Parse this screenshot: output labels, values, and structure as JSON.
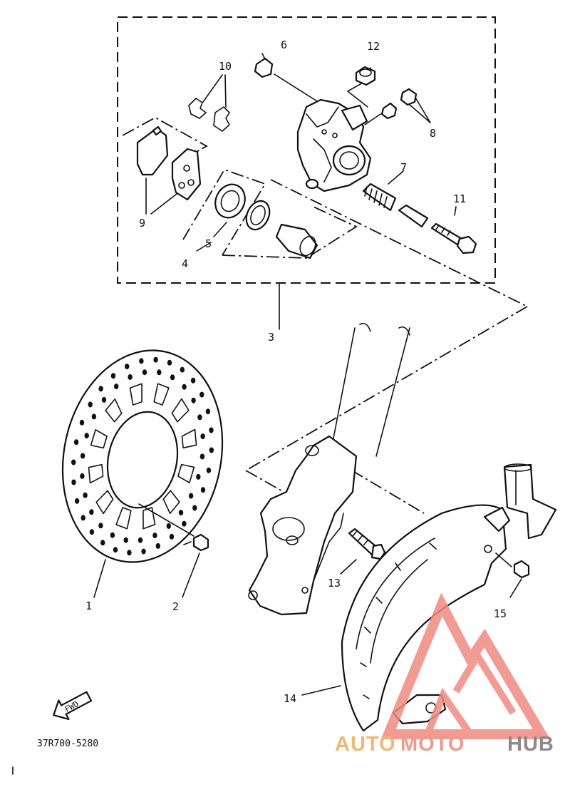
{
  "callouts": [
    {
      "id": "1",
      "text": "1"
    },
    {
      "id": "2",
      "text": "2"
    },
    {
      "id": "3",
      "text": "3"
    },
    {
      "id": "4",
      "text": "4"
    },
    {
      "id": "5",
      "text": "5"
    },
    {
      "id": "6",
      "text": "6"
    },
    {
      "id": "7",
      "text": "7"
    },
    {
      "id": "8",
      "text": "8"
    },
    {
      "id": "9",
      "text": "9"
    },
    {
      "id": "10",
      "text": "10"
    },
    {
      "id": "11",
      "text": "11"
    },
    {
      "id": "12",
      "text": "12"
    },
    {
      "id": "13",
      "text": "13"
    },
    {
      "id": "14",
      "text": "14"
    },
    {
      "id": "15",
      "text": "15"
    }
  ],
  "direction_label": "FWD",
  "drawing_code": "37R700-5280",
  "watermark": {
    "part1": "AUTO",
    "part2": "MOTO",
    "part3": "HUB",
    "colors": {
      "auto": "#f0b870",
      "moto": "#ef9a8a",
      "hub": "#8a8a8a",
      "logo": "#f08a80"
    }
  }
}
